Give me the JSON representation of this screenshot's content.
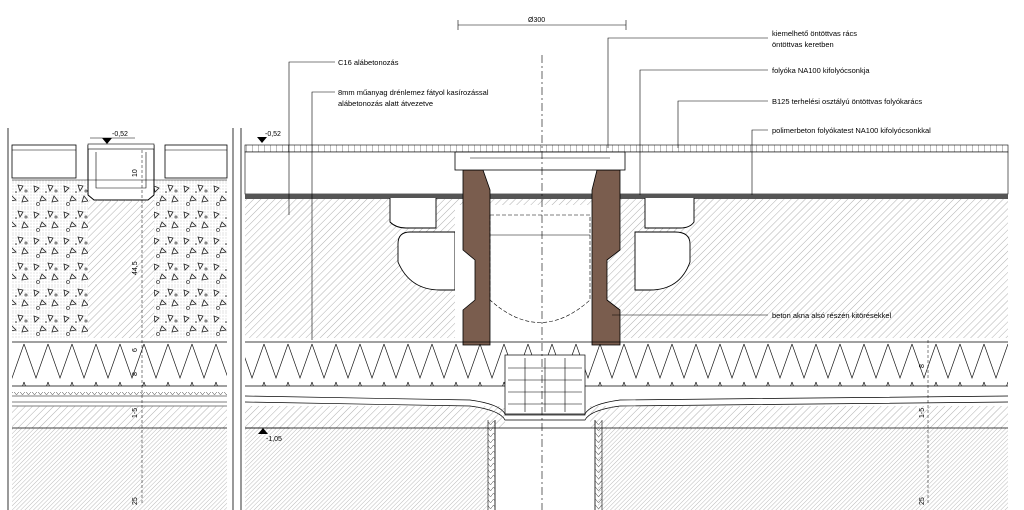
{
  "dimensions": {
    "diameter": "Ø300",
    "level_top_left": "-0,52",
    "level_top_right": "-0,52",
    "level_bottom": "-1,05",
    "left_dims": [
      "10",
      "44,5",
      "6",
      "8",
      "1-5",
      "25"
    ],
    "right_dims": [
      "8",
      "1-5",
      "25"
    ]
  },
  "callouts": {
    "c16": "C16 alábetonozás",
    "drain_line1": "8mm műanyag drénlemez fátyol kasírozással",
    "drain_line2": "alábetonozás alatt átvezetve",
    "grate_line1": "kiemelhető öntöttvas rács",
    "grate_line2": "öntöttvas keretben",
    "na100": "folyóka NA100 kifolyócsonkja",
    "b125": "B125 terhelési osztályú öntöttvas folyókarács",
    "polymer": "polimerbeton folyókatest NA100 kifolyócsonkkal",
    "shaft": "beton akna alsó részén kitörésekkel"
  },
  "colors": {
    "line": "#000000",
    "hatch": "#707070",
    "concrete_dots": "#555555"
  }
}
